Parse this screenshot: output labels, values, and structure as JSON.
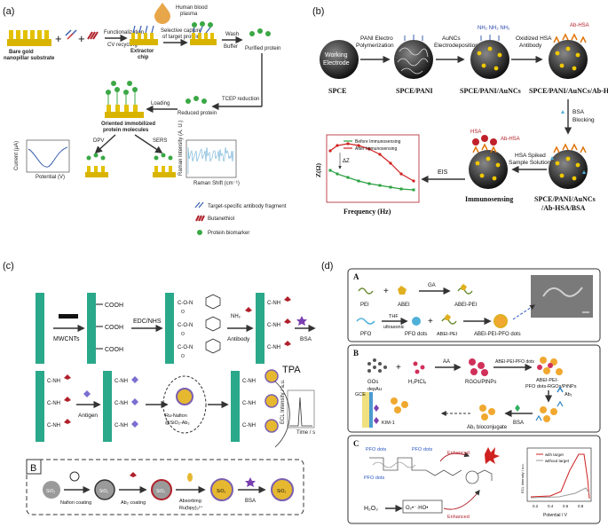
{
  "panel_labels": [
    "(a)",
    "(b)",
    "(c)",
    "(d)"
  ],
  "a": {
    "bare_gold": "Bare gold",
    "nanopillar": "nanopillar substrate",
    "plasma": "Human blood",
    "plasma2": "plasma",
    "functionalization": "Functionalization",
    "cv_recycling": "CV recycling",
    "extractor": "Extractor",
    "chip": "chip",
    "selective": "Selective capture",
    "target": "of target protein",
    "wash": "Wash",
    "buffer": "Buffer",
    "purified": "Purified protein",
    "tcep": "TCEP reduction",
    "reduced": "Reduced protein",
    "loading": "Loading",
    "oriented1": "Oriented immobilized",
    "oriented2": "protein molecules",
    "dpv": "DPV",
    "sers": "SERS",
    "current": "Current (μA)",
    "potential": "Potential (V)",
    "raman_y": "Raman Intensity (A. U.)",
    "raman_x": "Raman Shift (cm⁻¹)",
    "legend1": "Target-specific antibody fragment",
    "legend2": "Butanethiol",
    "legend3": "Protein biomarker"
  },
  "b": {
    "working": "Working",
    "electrode": "Electrode",
    "pani_electro": "PANI Electro",
    "polymerization": "Polymerization",
    "aunc": "AuNCs",
    "electrodeposition": "Electrodeposition",
    "oxidized": "Oxidized HSA",
    "antibody": "Antibody",
    "nh2": "NH₂ NH₂ NH₂",
    "abhsa": "Ab-HSA",
    "spce": "SPCE",
    "spce_pani": "SPCE/PANI",
    "spce_pani_aunc": "SPCE/PANI/AuNCs",
    "spce_ab": "SPCE/PANI/AuNCs/Ab-HSA",
    "bsa": "BSA",
    "blocking": "Blocking",
    "hsa_spiked": "HSA Spiked",
    "sample": "Sample Solution",
    "hsa": "HSA",
    "abhsa2": "Ab-HSA",
    "eis": "EIS",
    "immunosensing": "Immunosensing",
    "final1": "SPCE/PANI/AuNCs",
    "final2": "/Ab-HSA/BSA",
    "legend_before": "Before Immunosensing",
    "legend_after": "After Immunosensing",
    "ylabel": "Z(Ω)",
    "delta": "ΔZ",
    "xlabel": "Frequency (Hz)"
  },
  "c": {
    "cooh": "COOH",
    "mwcnts": "MWCNTs",
    "edc": "EDC/NHS",
    "nh2": "NH₂",
    "antibody": "Antibody",
    "bsa": "BSA",
    "conh": "C-NH",
    "co_o_n": "C-O-N",
    "o": "O",
    "antigen": "Antigen",
    "ru": "Ru-Nafion",
    "sio2ab": "@SiO₂-Ab₂",
    "tpa": "TPA",
    "ecl": "ECL Intensity / a.u.",
    "time": "Time / s",
    "b_label": "B",
    "sio2": "SiO₂",
    "nafion": "Nafion coating",
    "ab2coat": "Ab₂ coating",
    "absorbing": "Absorbing",
    "rubpy": "Ru(bpy)₃²⁺",
    "bsa2": "BSA"
  },
  "d": {
    "a_label": "A",
    "pei": "PEI",
    "abei": "ABEI",
    "ga": "GA",
    "abei_pei": "ABEI-PEI",
    "pfo": "PFO",
    "thf": "THF",
    "ultrasonic": "ultrasonic",
    "pfo_dots": "PFO dots",
    "abei_pei2": "ABEI-PEI",
    "abei_pei_pfo": "ABEI-PEI-PFO dots",
    "b_label": "B",
    "gos": "GOs",
    "h2ptcl6": "H₂PtCl₆",
    "aa": "AA",
    "rgos": "RGOs/PtNPs",
    "abei_pei_pfo2": "ABEI-PEI-PFO dots",
    "prod1": "ABEI-PEI-",
    "prod2": "PFO dots-RGOs/PtNPs",
    "ab1": "Ab₁",
    "gce": "GCE",
    "depau": "depAu",
    "kim": "KIM-1",
    "bsa": "BSA",
    "bioconj": "Ab₁ bioconjugate",
    "c_label": "C",
    "pfo_dots_c": "PFO dots",
    "enhanced": "Enhanced",
    "h2o2": "H₂O₂",
    "radicals": "O₂•⁻·HO•",
    "with_target": "with target",
    "without_target": "without target",
    "ecl": "ECL Intensity / a.u.",
    "potential": "Potential / V",
    "ticks": [
      "0.2",
      "0.4",
      "0.6",
      "0.8"
    ]
  }
}
